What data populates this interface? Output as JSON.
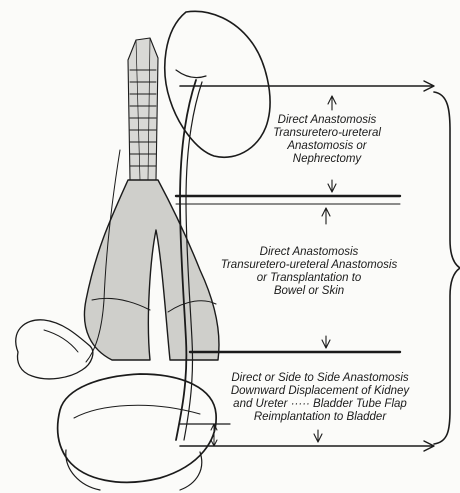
{
  "zones": [
    {
      "id": "upper",
      "lines": [
        "Direct Anastomosis",
        "Transuretero-ureteral",
        "Anastomosis or",
        "Nephrectomy"
      ]
    },
    {
      "id": "middle",
      "lines": [
        "Direct Anastomosis",
        "Transuretero-ureteral Anastomosis",
        "or Transplantation to",
        "Bowel or Skin"
      ]
    },
    {
      "id": "lower",
      "lines": [
        "Direct or Side to Side Anastomosis",
        "Downward Displacement of Kidney",
        "and Ureter ····· Bladder Tube Flap",
        "Reimplantation to Bladder"
      ]
    }
  ],
  "colors": {
    "ink": "#1b1b1b",
    "paper": "#fbfbf9",
    "shade": "#6a6a6a"
  }
}
